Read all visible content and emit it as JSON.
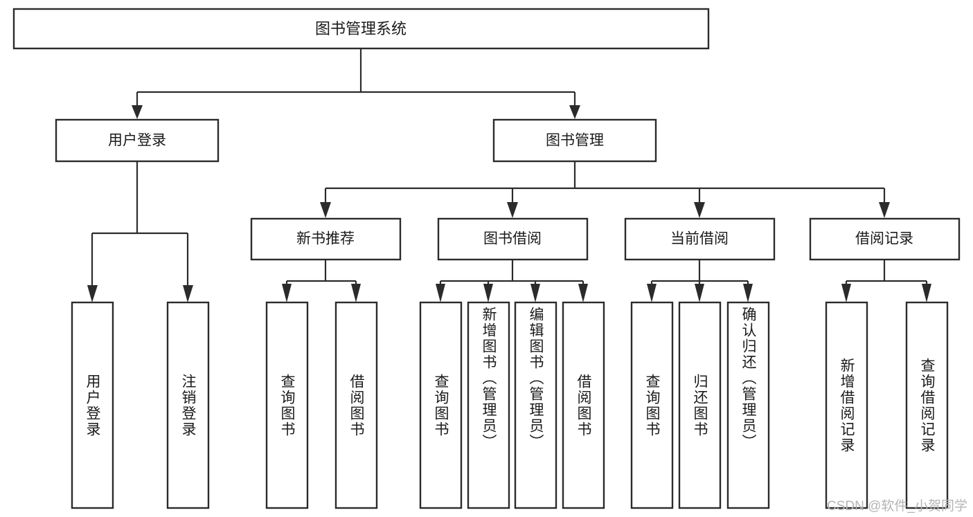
{
  "diagram": {
    "type": "tree",
    "title": "图书管理系统",
    "orientation": "top-down",
    "colors": {
      "box_stroke": "#2b2b2b",
      "box_fill": "#ffffff",
      "connector": "#2b2b2b",
      "text": "#1a1a1a",
      "watermark": "#b4b4b4",
      "background": "#ffffff"
    },
    "root": {
      "id": "root",
      "label": "图书管理系统"
    },
    "level2": [
      {
        "id": "user-login",
        "label": "用户登录"
      },
      {
        "id": "book-manage",
        "label": "图书管理"
      }
    ],
    "level3": [
      {
        "id": "new-book-recommend",
        "label": "新书推荐",
        "parent": "book-manage"
      },
      {
        "id": "book-borrow",
        "label": "图书借阅",
        "parent": "book-manage"
      },
      {
        "id": "current-borrow",
        "label": "当前借阅",
        "parent": "book-manage"
      },
      {
        "id": "borrow-record",
        "label": "借阅记录",
        "parent": "book-manage"
      }
    ],
    "leaves": [
      {
        "id": "leaf-user-login",
        "label": "用户登录",
        "parent": "user-login",
        "align": "center"
      },
      {
        "id": "leaf-logout",
        "label": "注销登录",
        "parent": "user-login",
        "align": "center"
      },
      {
        "id": "leaf-query-book-1",
        "label": "查询图书",
        "parent": "new-book-recommend",
        "align": "center"
      },
      {
        "id": "leaf-borrow-book-1",
        "label": "借阅图书",
        "parent": "new-book-recommend",
        "align": "center"
      },
      {
        "id": "leaf-query-book-2",
        "label": "查询图书",
        "parent": "book-borrow",
        "align": "center"
      },
      {
        "id": "leaf-add-book",
        "label": "新增图书（管理员）",
        "parent": "book-borrow",
        "align": "top"
      },
      {
        "id": "leaf-edit-book",
        "label": "编辑图书（管理员）",
        "parent": "book-borrow",
        "align": "top"
      },
      {
        "id": "leaf-borrow-book-2",
        "label": "借阅图书",
        "parent": "book-borrow",
        "align": "center"
      },
      {
        "id": "leaf-query-book-3",
        "label": "查询图书",
        "parent": "current-borrow",
        "align": "center"
      },
      {
        "id": "leaf-return-book",
        "label": "归还图书",
        "parent": "current-borrow",
        "align": "center"
      },
      {
        "id": "leaf-confirm-return",
        "label": "确认归还（管理员）",
        "parent": "current-borrow",
        "align": "top"
      },
      {
        "id": "leaf-add-record",
        "label": "新增借阅记录",
        "parent": "borrow-record",
        "align": "center"
      },
      {
        "id": "leaf-query-record",
        "label": "查询借阅记录",
        "parent": "borrow-record",
        "align": "center"
      }
    ]
  },
  "watermark": {
    "text": "CSDN @软件_小贺同学"
  }
}
